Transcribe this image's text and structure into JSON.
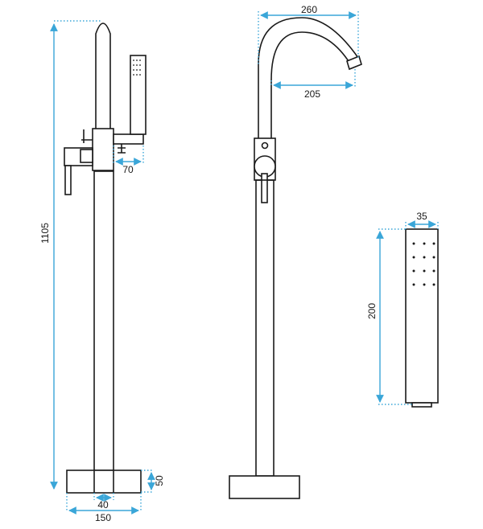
{
  "dimensions": {
    "height_total": "1105",
    "base_height": "50",
    "base_width": "150",
    "pipe_width": "40",
    "holder_offset": "70",
    "spout_reach": "260",
    "spout_inner": "205",
    "hand_shower_width": "35",
    "hand_shower_height": "200"
  },
  "colors": {
    "dimension_line": "#3aa6d8",
    "outline": "#1a1a1a"
  }
}
